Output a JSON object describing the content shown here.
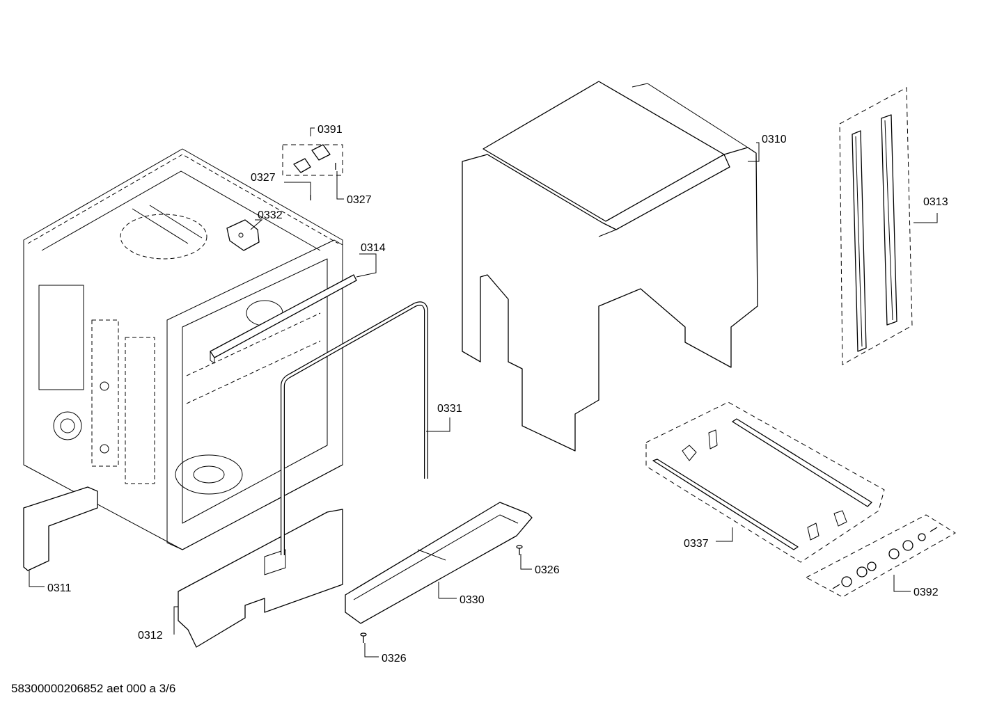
{
  "diagram": {
    "callouts": {
      "c0310": "0310",
      "c0311": "0311",
      "c0312": "0312",
      "c0313": "0313",
      "c0314": "0314",
      "c0326_top": "0326",
      "c0326_bottom": "0326",
      "c0327_left": "0327",
      "c0327_right": "0327",
      "c0330": "0330",
      "c0331": "0331",
      "c0332": "0332",
      "c0337": "0337",
      "c0391": "0391",
      "c0392": "0392"
    }
  },
  "footer": {
    "document_id": "58300000206852 aet 000 a 3/6"
  }
}
